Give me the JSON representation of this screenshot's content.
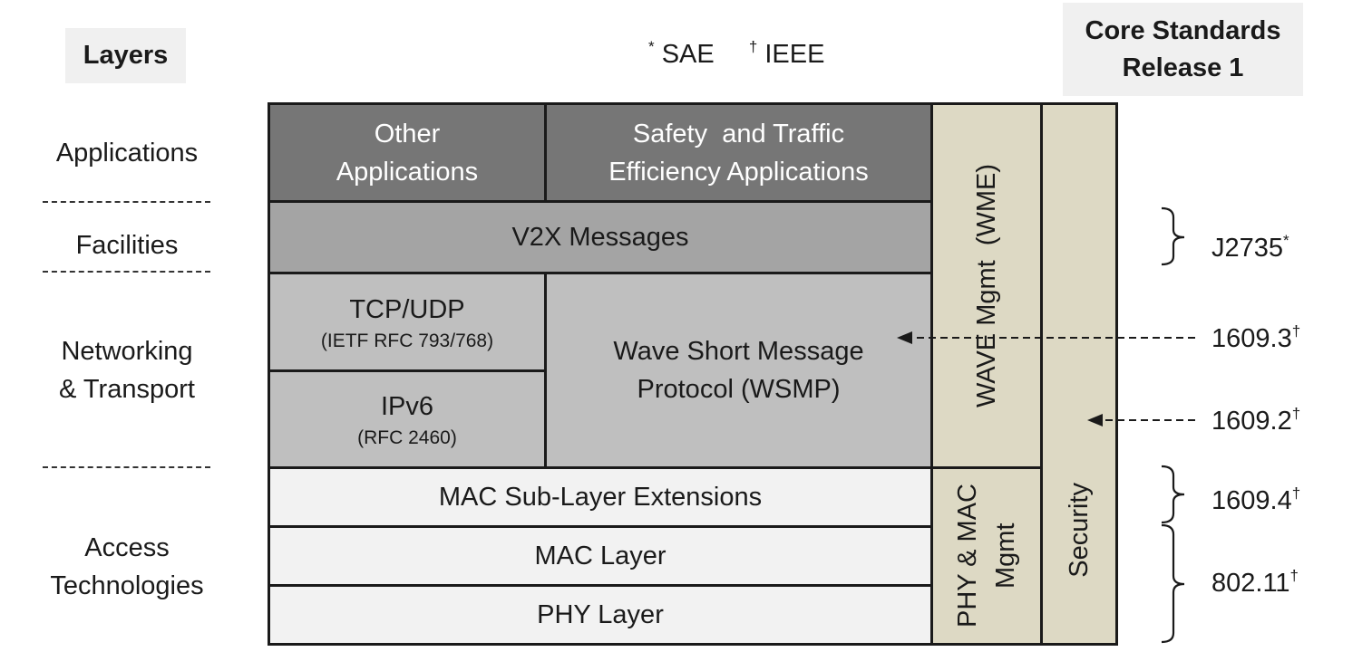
{
  "header": {
    "layers_title": "Layers",
    "standards_title_line1": "Core Standards",
    "standards_title_line2": "Release 1"
  },
  "legend": {
    "sae_mark": "*",
    "sae_label": "SAE",
    "ieee_mark": "†",
    "ieee_label": "IEEE"
  },
  "layers": {
    "applications": "Applications",
    "facilities": "Facilities",
    "networking_line1": "Networking",
    "networking_line2": "& Transport",
    "access_line1": "Access",
    "access_line2": "Technologies"
  },
  "stack": {
    "other_apps_line1": "Other",
    "other_apps_line2": "Applications",
    "safety_line1": "Safety  and Traffic",
    "safety_line2": "Efficiency Applications",
    "v2x": "V2X Messages",
    "tcpudp": "TCP/UDP",
    "tcpudp_sub": "(IETF RFC 793/768)",
    "ipv6": "IPv6",
    "ipv6_sub": "(RFC 2460)",
    "wsmp_line1": "Wave Short Message",
    "wsmp_line2": "Protocol (WSMP)",
    "mac_ext": "MAC Sub-Layer Extensions",
    "mac_layer": "MAC Layer",
    "phy_layer": "PHY Layer",
    "wme": "WAVE Mgmt  (WME)",
    "phy_mac_mgmt_line1": "PHY & MAC",
    "phy_mac_mgmt_line2": "Mgmt",
    "security": "Security"
  },
  "standards": [
    {
      "name": "J2735",
      "mark": "*"
    },
    {
      "name": "1609.3",
      "mark": "†"
    },
    {
      "name": "1609.2",
      "mark": "†"
    },
    {
      "name": "1609.4",
      "mark": "†"
    },
    {
      "name": "802.11",
      "mark": "†"
    }
  ],
  "colors": {
    "apps": "#767676",
    "facilities": "#a4a4a4",
    "networking": "#bfbfbf",
    "access": "#f2f2f2",
    "mgmt": "#ddd9c4"
  }
}
